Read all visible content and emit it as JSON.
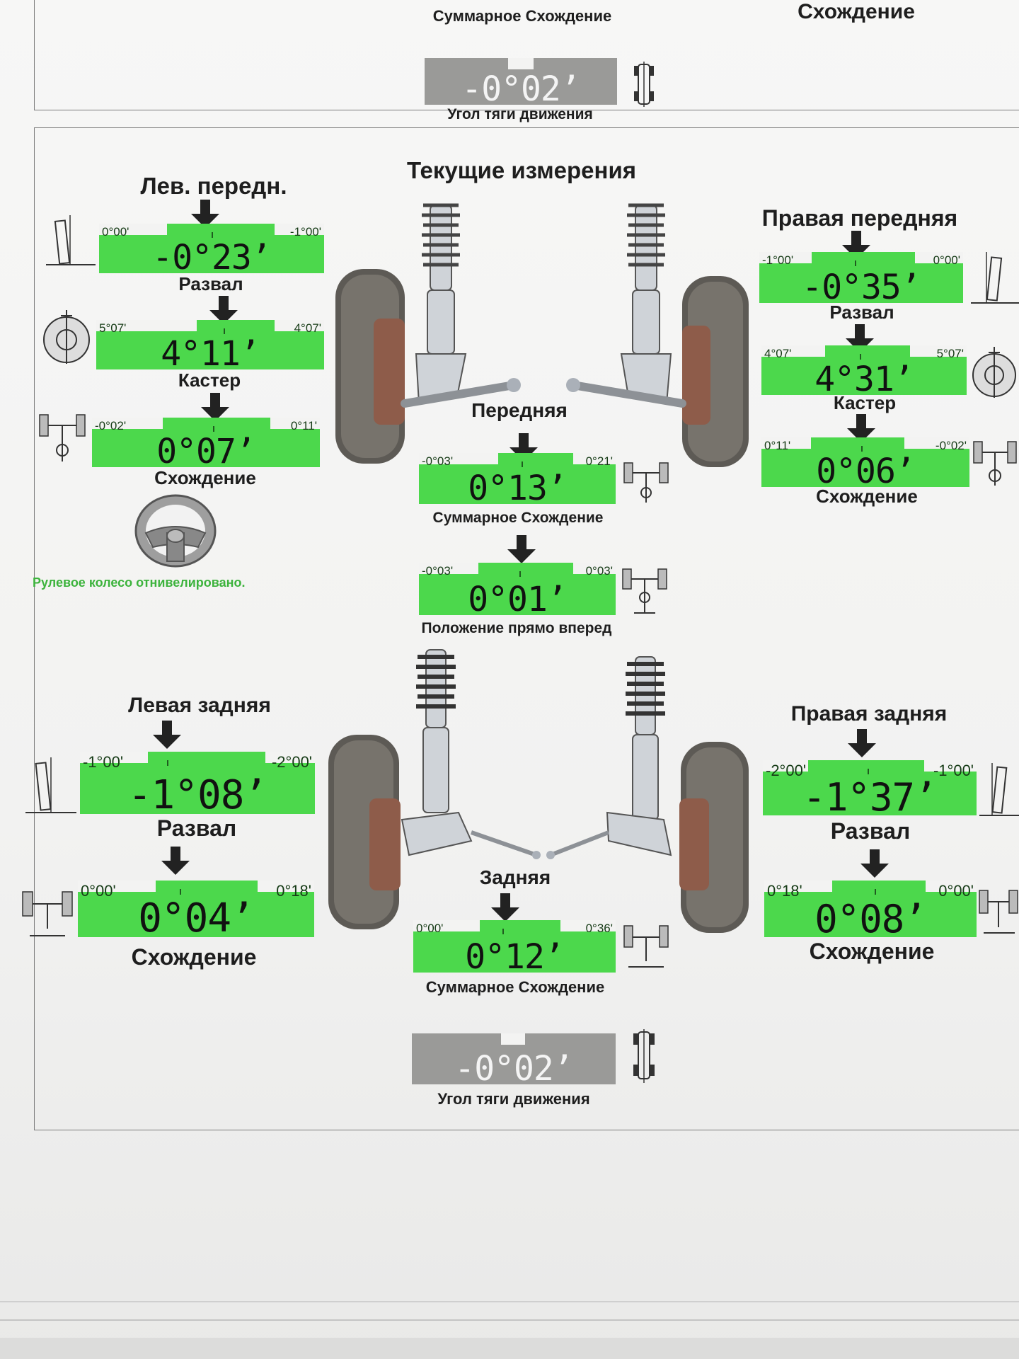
{
  "top_block": {
    "total_toe_label": "Суммарное Схождение",
    "toe_label": "Схождение",
    "thrust": {
      "value": "-0°02",
      "label": "Угол тяги движения"
    }
  },
  "main": {
    "title": "Текущие измерения",
    "front_label": "Передняя",
    "rear_label": "Задняя",
    "steering_note": "Рулевое колесо отнивелировано.",
    "left_front": {
      "title": "Лев. передн.",
      "camber": {
        "label": "Развал",
        "value": "-0°23",
        "min": "0°00'",
        "max": "-1°00'",
        "position": 0.5
      },
      "caster": {
        "label": "Кастер",
        "value": "4°11",
        "min": "5°07'",
        "max": "4°07'",
        "position": 0.56
      },
      "toe": {
        "label": "Схождение",
        "value": "0°07",
        "min": "-0°02'",
        "max": "0°11'",
        "position": 0.53
      }
    },
    "right_front": {
      "title": "Правая передняя",
      "camber": {
        "label": "Развал",
        "value": "-0°35",
        "min": "-1°00'",
        "max": "0°00'",
        "position": 0.47
      },
      "caster": {
        "label": "Кастер",
        "value": "4°31",
        "min": "4°07'",
        "max": "5°07'",
        "position": 0.48
      },
      "toe": {
        "label": "Схождение",
        "value": "0°06",
        "min": "0°11'",
        "max": "-0°02'",
        "position": 0.48
      }
    },
    "front_total_toe": {
      "label": "Суммарное Схождение",
      "value": "0°13",
      "min": "-0°03'",
      "max": "0°21'",
      "position": 0.52
    },
    "straight_ahead": {
      "label": "Положение прямо вперед",
      "value": "0°01",
      "min": "-0°03'",
      "max": "0°03'",
      "position": 0.51
    },
    "left_rear": {
      "title": "Левая задняя",
      "camber": {
        "label": "Развал",
        "value": "-1°08",
        "min": "-1°00'",
        "max": "-2°00'",
        "position": 0.37
      },
      "toe": {
        "label": "Схождение",
        "value": "0°04",
        "min": "0°00'",
        "max": "0°18'",
        "position": 0.43
      }
    },
    "right_rear": {
      "title": "Правая задняя",
      "camber": {
        "label": "Развал",
        "value": "-1°37",
        "min": "-2°00'",
        "max": "-1°00'",
        "position": 0.49
      },
      "toe": {
        "label": "Схождение",
        "value": "0°08",
        "min": "0°18'",
        "max": "0°00'",
        "position": 0.52
      }
    },
    "rear_total_toe": {
      "label": "Суммарное Схождение",
      "value": "0°12",
      "min": "0°00'",
      "max": "0°36'",
      "position": 0.44
    },
    "thrust": {
      "label": "Угол тяги движения",
      "value": "-0°02"
    }
  },
  "colors": {
    "gauge_green": "#4cd84c",
    "gauge_gray": "#9a9a98",
    "note_green": "#3cb33c"
  },
  "icons": [
    "camber-icon",
    "caster-icon",
    "toe-icon",
    "steering-wheel-icon",
    "total-toe-icon",
    "thrust-icon",
    "front-suspension-image",
    "rear-suspension-image"
  ]
}
